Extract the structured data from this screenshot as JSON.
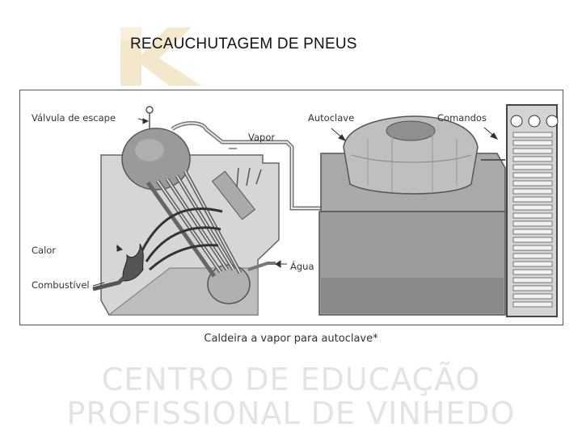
{
  "header": {
    "title": "RECAUCHUTAGEM DE PNEUS"
  },
  "diagram": {
    "labels": {
      "valvula": "Válvula de escape",
      "vapor": "Vapor",
      "autoclave": "Autoclave",
      "comandos": "Comandos",
      "calor": "Calor",
      "agua": "Água",
      "combustivel": "Combustível"
    },
    "caption": "Caldeira a vapor para autoclave*"
  },
  "watermark": {
    "line1": "CENTRO DE EDUCAÇÃO",
    "line2": "PROFISSIONAL DE VINHEDO"
  },
  "colors": {
    "logo": "#f3e6c6",
    "metal_dark": "#8c8c8c",
    "metal_light": "#c9c9c9"
  }
}
